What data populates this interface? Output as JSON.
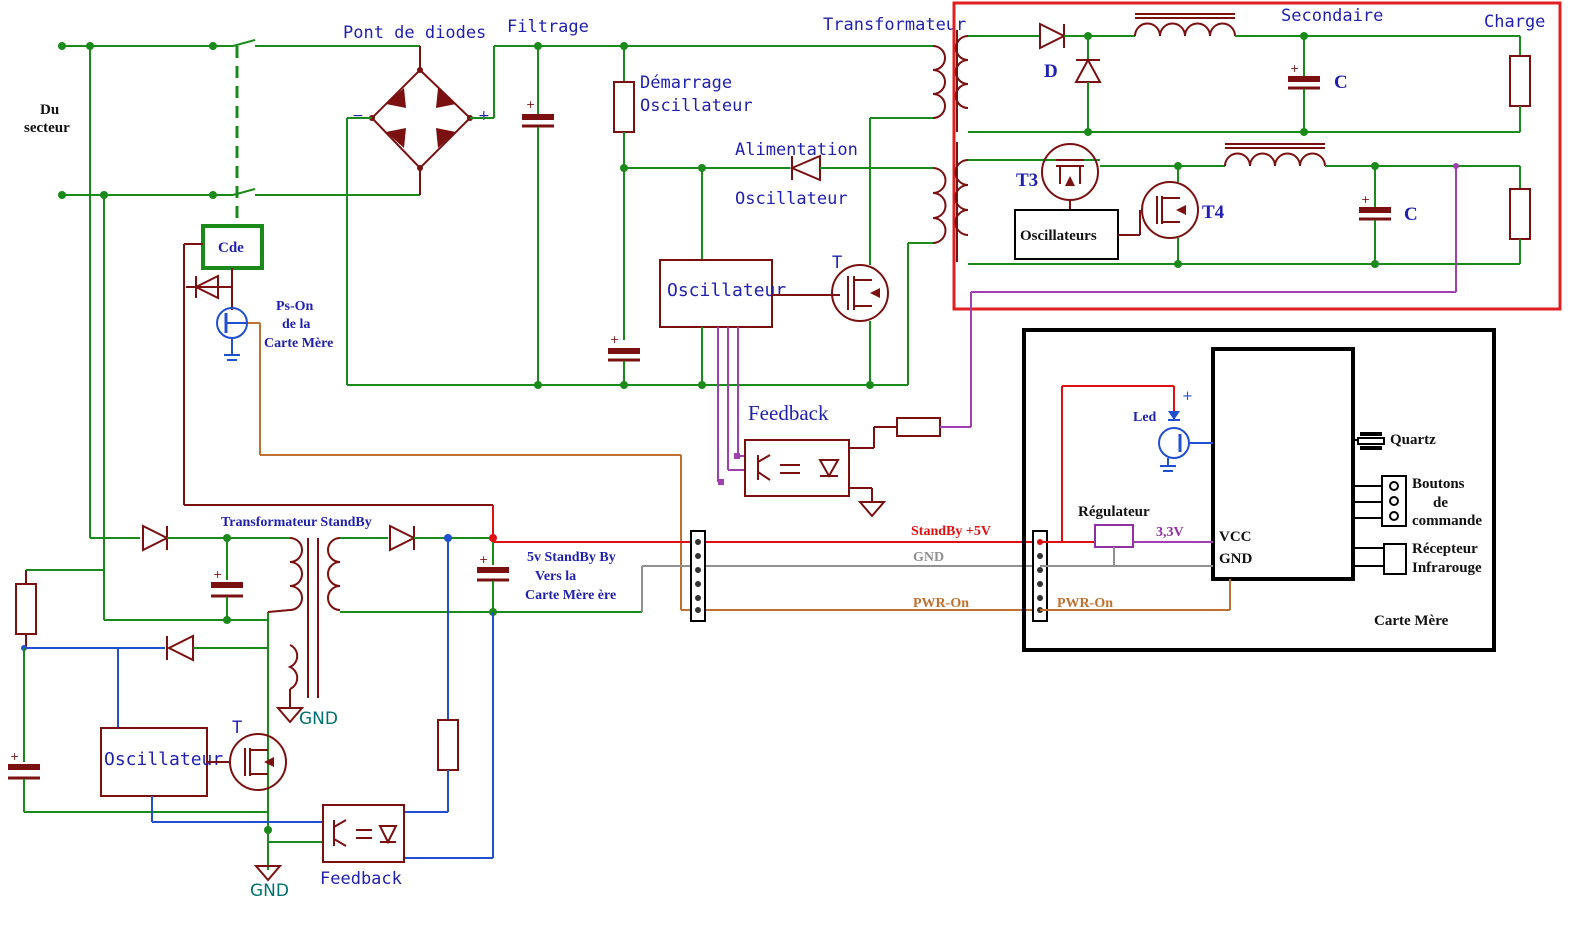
{
  "labels": {
    "pont_diodes": "Pont de diodes",
    "filtrage": "Filtrage",
    "transformateur": "Transformateur",
    "secondaire": "Secondaire",
    "charge": "Charge",
    "du": "Du",
    "secteur": "secteur",
    "demarrage1": "Démarrage",
    "demarrage2": "Oscillateur",
    "alimentation1": "Alimentation",
    "alimentation2": "Oscillateur",
    "oscillateur_main": "Oscillateur",
    "feedback_main": "Feedback",
    "cde": "Cde",
    "ps_on1": "Ps-On",
    "ps_on2": "de la",
    "ps_on3": "Carte Mère",
    "t_main": "T",
    "d_sec": "D",
    "c_sec1": "C",
    "c_sec2": "C",
    "t3": "T3",
    "t4": "T4",
    "oscillateurs": "Oscillateurs",
    "led": "Led",
    "quartz": "Quartz",
    "boutons1": "Boutons",
    "boutons2": "de",
    "boutons3": "commande",
    "recepteur1": "Récepteur",
    "recepteur2": "Infrarouge",
    "carte_mere": "Carte Mère",
    "regulateur": "Régulateur",
    "v33": "3,3V",
    "vcc": "VCC",
    "gnd_chip": "GND",
    "standby5v": "StandBy  +5V",
    "gnd_wire": "GND",
    "pwr_on1": "PWR-On",
    "pwr_on2": "PWR-On",
    "transfo_standby": "Transformateur StandBy",
    "sb1": "5v  StandBy  By",
    "sb2": "Vers la",
    "sb3": "Carte Mère ère",
    "gnd1": "GND",
    "gnd2": "GND",
    "oscillateur_sb": "Oscillateur",
    "t_sb": "T",
    "feedback_sb": "Feedback"
  },
  "colors": {
    "green_wire": "#1a8a1a",
    "component": "#7a1010",
    "red_wire": "#e01010",
    "blue_wire": "#2050d0",
    "brown_wire": "#c07030",
    "gray_wire": "#909090",
    "purple_wire": "#a040b0",
    "highlight_box": "#e02020",
    "label_blue": "#1f1fb0"
  }
}
